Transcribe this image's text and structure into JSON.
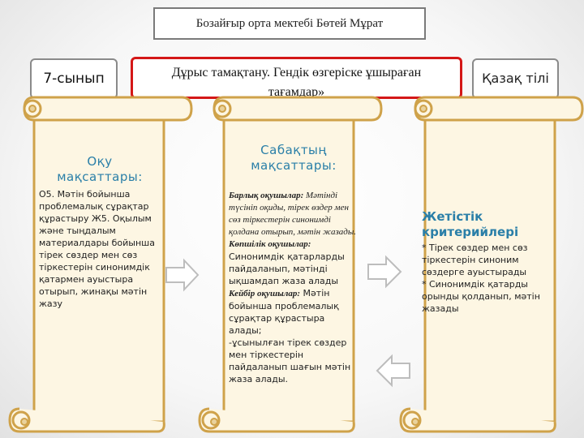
{
  "header": {
    "school": "Бозайғыр орта мектебі  Бөтей Мұрат"
  },
  "grade": "7-сынып",
  "topic": {
    "line1": "Дұрыс тамақтану. Гендік өзгеріске ұшыраған",
    "line2": "тағамдар»"
  },
  "subject": "Қазақ тілі",
  "objectives": {
    "title1": "Оқу",
    "title2": "мақсаттары:",
    "text": "О5. Мәтін бойынша проблемалық сұрақтар құрастыру Ж5. Оқылым және тыңдалым материалдары бойынша тірек сөздер мен сөз тіркестерін синонимдік қатармен ауыстыра отырып, жинақы мәтін жазу"
  },
  "lesson_goals": {
    "title1": "Сабақтың",
    "title2": "мақсаттары:",
    "all_label": "Барлық оқушылар:",
    "all_text": "Мәтінді түсініп оқиды, тірек өздер мен сөз тіркестерін синонимді қолдана отырып,  мәтін жазады.",
    "most_label": "Көпшілік оқушылар:",
    "most_text": "Синонимдік қатарларды пайдаланып,  мәтінді ықшамдап жаза алады",
    "some_label": "Кейбір оқушылар:",
    "some_text": "Мәтін бойынша проблемалық сұрақтар құрастыра алады;",
    "some_text2": "-ұсынылған тірек сөздер мен тіркестерін пайдаланып шағын мәтін жаза алады."
  },
  "criteria": {
    "title1": "Жетістік",
    "title2": "критерийлері",
    "item1": "* Тірек сөздер мен сөз тіркестерін синоним сөздерге ауыстырады",
    "item2": "* Синонимдік қатарды орынды  қолданып, мәтін жазады"
  },
  "colors": {
    "scroll_fill": "#fdf6e3",
    "scroll_stroke": "#cfa24a",
    "arrow": "#bdbdbd",
    "topic_border": "#d41717",
    "title": "#2a7fa8"
  }
}
